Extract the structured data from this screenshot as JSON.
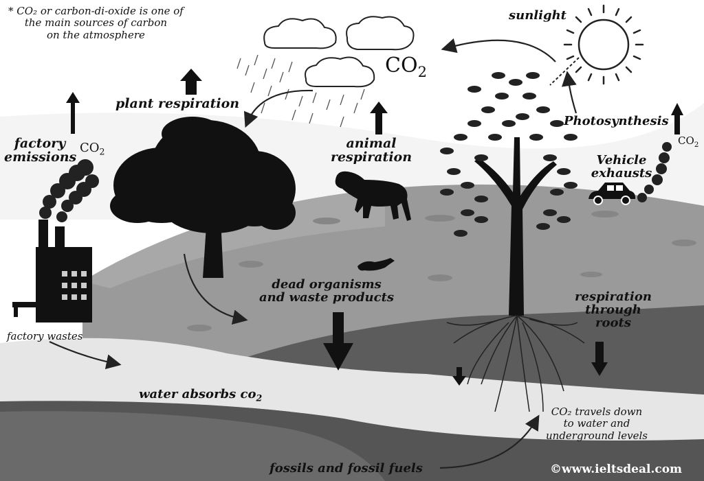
{
  "note": {
    "line1": "* CO₂ or carbon-di-oxide is one of",
    "line2": "the main sources of carbon",
    "line3": "on the atmosphere"
  },
  "labels": {
    "sunlight": "sunlight",
    "co2_sky": "CO",
    "co2_sky_sub": "2",
    "plant_respiration": "plant respiration",
    "animal_respiration_1": "animal",
    "animal_respiration_2": "respiration",
    "factory_emissions_1": "factory",
    "factory_emissions_2": "emissions",
    "co2_factory": "CO",
    "co2_factory_sub": "2",
    "photosynthesis": "Photosynthesis",
    "co2_vehicle": "CO",
    "co2_vehicle_sub": "2",
    "vehicle_exhausts_1": "Vehicle",
    "vehicle_exhausts_2": "exhausts",
    "dead_organisms_1": "dead organisms",
    "dead_organisms_2": "and waste products",
    "respiration_roots_1": "respiration",
    "respiration_roots_2": "through",
    "respiration_roots_3": "roots",
    "factory_wastes": "factory wastes",
    "water_absorbs": "water absorbs co",
    "water_absorbs_sub": "2",
    "co2_travels_1": "CO₂ travels down",
    "co2_travels_2": "to water and",
    "co2_travels_3": "underground levels",
    "fossils": "fossils and fossil fuels"
  },
  "watermark": "©www.ieltsdeal.com",
  "icons": [
    "sun-icon",
    "cloud-icon",
    "rain-icon",
    "tree-icon",
    "animal-icon",
    "factory-icon",
    "car-icon",
    "arrow-icon"
  ],
  "colors": {
    "hill": "#9a9a9a",
    "hill_dark": "#7a7a7a",
    "water": "#e6e6e6",
    "ground": "#555555",
    "sky": "#ffffff"
  }
}
